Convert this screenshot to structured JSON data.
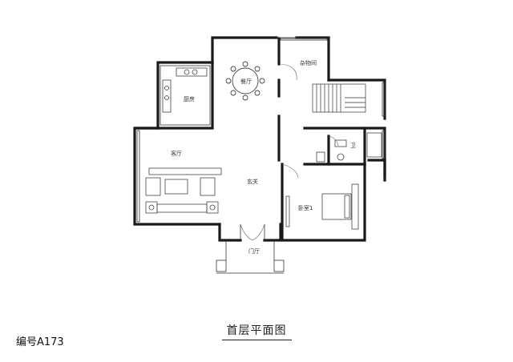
{
  "plan": {
    "code": "编号A173",
    "title": "首层平面图",
    "rooms": {
      "dining": "餐厅",
      "storage": "杂物间",
      "kitchen": "厨房",
      "living": "客厅",
      "foyer": "玄关",
      "bathroom": "卫",
      "bedroom": "卧室1",
      "entrance": "门厅"
    },
    "colors": {
      "wall": "#1a1a1a",
      "furniture": "#444444",
      "background": "#ffffff"
    }
  }
}
